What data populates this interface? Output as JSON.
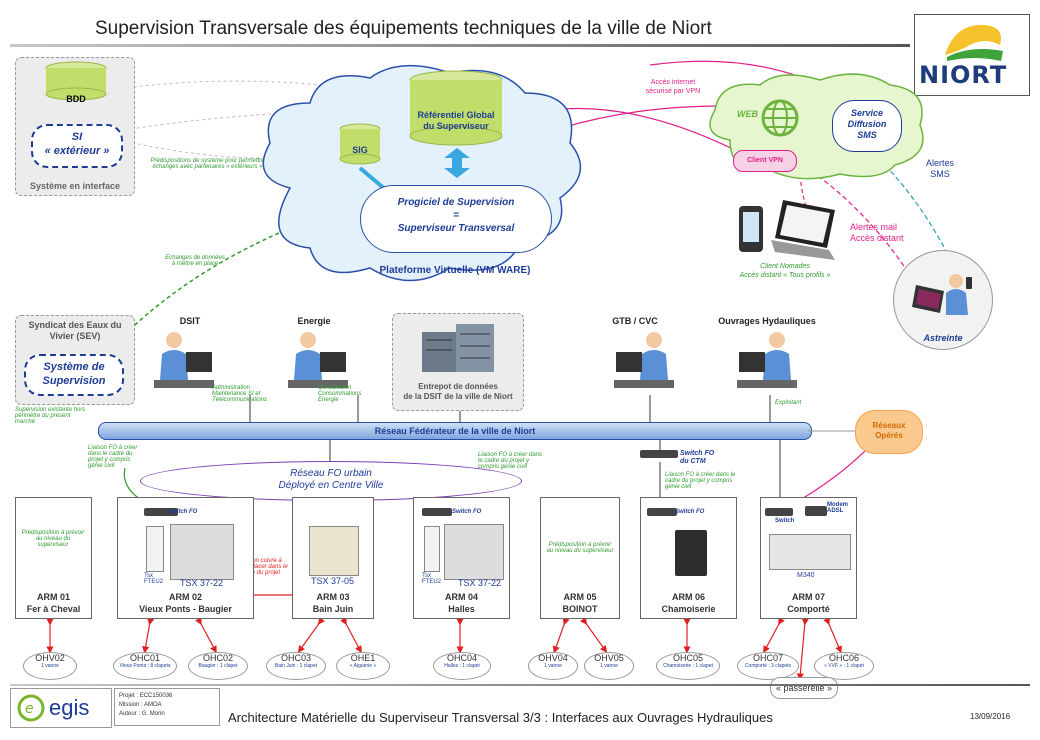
{
  "header": {
    "title": "Supervision Transversale des équipements techniques de la ville de Niort",
    "logo_text": "NIORT"
  },
  "interface_system": {
    "bdd": "BDD",
    "si_line1": "SI",
    "si_line2": "« extérieur »",
    "label": "Système en interface",
    "note": "Prédispositions de système pour permettre échanges avec partenaires « extérieurs »"
  },
  "cloud": {
    "referentiel_line1": "Référentiel Global",
    "referentiel_line2": "du Superviseur",
    "sig": "SIG",
    "progiciel_line1": "Progiciel de Supervision",
    "progiciel_line2": "=",
    "progiciel_line3": "Superviseur Transversal",
    "platform": "Plateforme Virtuelle (VM WARE)"
  },
  "web": {
    "label": "WEB",
    "client_vpn": "Client VPN",
    "service_line1": "Service",
    "service_line2": "Diffusion",
    "service_line3": "SMS",
    "internet_line1": "Accès internet",
    "internet_line2": "sécurisé par VPN",
    "nomades_line1": "Client Nomades",
    "nomades_line2": "Accès distant « Tous profils »",
    "alertes_sms_line1": "Alertes",
    "alertes_sms_line2": "SMS",
    "alertes_mail_line1": "Alertes mail",
    "alertes_mail_line2": "Accès distant",
    "astreinte": "Astreinte"
  },
  "sev": {
    "title_line1": "Syndicat des Eaux du",
    "title_line2": "Vivier (SEV)",
    "sys_line1": "Système de",
    "sys_line2": "Supervision",
    "note": "Supervision existante hors périmètre du présent marché",
    "exchange_note": "Echanges de données à mettre en place"
  },
  "users": [
    {
      "name": "DSIT",
      "note": "Administration Maintenance SI et Télécommunications"
    },
    {
      "name": "Energie",
      "note": "Consultation Consommations Energie"
    },
    {
      "name": "GTB / CVC",
      "note": ""
    },
    {
      "name": "Ouvrages Hydauliques",
      "note": "Exploitant"
    }
  ],
  "entrepot": {
    "line1": "Entrepot de données",
    "line2": "de la DSIT de la ville de Niort"
  },
  "network": {
    "federateur": "Réseau Fédérateur de la ville de Niort",
    "reseaux_line1": "Réseaux",
    "reseaux_line2": "Opérés",
    "fo_line1": "Réseau FO urbain",
    "fo_line2": "Déployé en Centre Ville",
    "fo_note_left": "Liaison FO à créer dans le cadre du projet y compris génie civil",
    "fo_note_right": "Liaison FO à créer dans le cadre du projet y compris génie civil",
    "switch_ctm_line1": "Switch FO",
    "switch_ctm_line2": "du CTM",
    "ctm_note": "Liaison FO à créer dans le cadre du projet y compris génie civil",
    "cuivre_note": "Liaison cuivre à remplacer dans le cadre du projet"
  },
  "arms": [
    {
      "id": "ARM 01",
      "name": "Fer à Cheval",
      "note": "Prédisposition à prévoir au niveau du superviseur",
      "plc": "",
      "switch": ""
    },
    {
      "id": "ARM 02",
      "name": "Vieux Ponts - Baugier",
      "note": "",
      "plc": "TSX 37-22",
      "switch": "Switch FO",
      "extra": "Tsx FTEU2"
    },
    {
      "id": "ARM 03",
      "name": "Bain Juin",
      "note": "",
      "plc": "TSX 37-05",
      "switch": ""
    },
    {
      "id": "ARM 04",
      "name": "Halles",
      "note": "",
      "plc": "TSX 37-22",
      "switch": "Switch FO",
      "extra": "Tsx FTEU2"
    },
    {
      "id": "ARM 05",
      "name": "BOINOT",
      "note": "Prédisposition à prévoir au niveau du superviseur",
      "plc": "",
      "switch": ""
    },
    {
      "id": "ARM 06",
      "name": "Chamoiserie",
      "note": "",
      "plc": "",
      "switch": "Switch FO"
    },
    {
      "id": "ARM 07",
      "name": "Comporté",
      "note": "",
      "plc": "M340",
      "switch": "Switch",
      "modem": "Modem ADSL"
    }
  ],
  "ohvs": [
    {
      "name": "OHV02",
      "sub": "1 vanne"
    },
    {
      "name": "OHC01",
      "sub": "Vieux Ponts : 8 clapets"
    },
    {
      "name": "OHC02",
      "sub": "Baugier : 1 clapet"
    },
    {
      "name": "OHC03",
      "sub": "Bain Juin : 1 clapet"
    },
    {
      "name": "OHE1",
      "sub": "« Aiguerie »"
    },
    {
      "name": "OHC04",
      "sub": "Halles : 1 clapet"
    },
    {
      "name": "OHV04",
      "sub": "1 vanne"
    },
    {
      "name": "OHV05",
      "sub": "1 vanne"
    },
    {
      "name": "OHC05",
      "sub": "Chamoiserie : 1 clapet"
    },
    {
      "name": "OHC07",
      "sub": "Comporté : 3 clapets"
    },
    {
      "name": "OHC06",
      "sub": "« VVF » : 1 clapet"
    }
  ],
  "passerelle": "« passerelle »",
  "footer": {
    "egis": "egis",
    "projet_label": "Projet :",
    "projet": "ECC150036",
    "mission_label": "Mission :",
    "mission": "AMOA",
    "auteur_label": "Auteur :",
    "auteur": "G. Morin",
    "title": "Architecture Matérielle du Superviseur Transversal 3/3 : Interfaces aux Ouvrages Hydrauliques",
    "date": "13/09/2016"
  },
  "colors": {
    "accent_blue": "#1e3c96",
    "green_note": "#2f9c2f",
    "magenta": "#e0208a",
    "red_link": "#e02020",
    "orange": "#f7a24a"
  }
}
